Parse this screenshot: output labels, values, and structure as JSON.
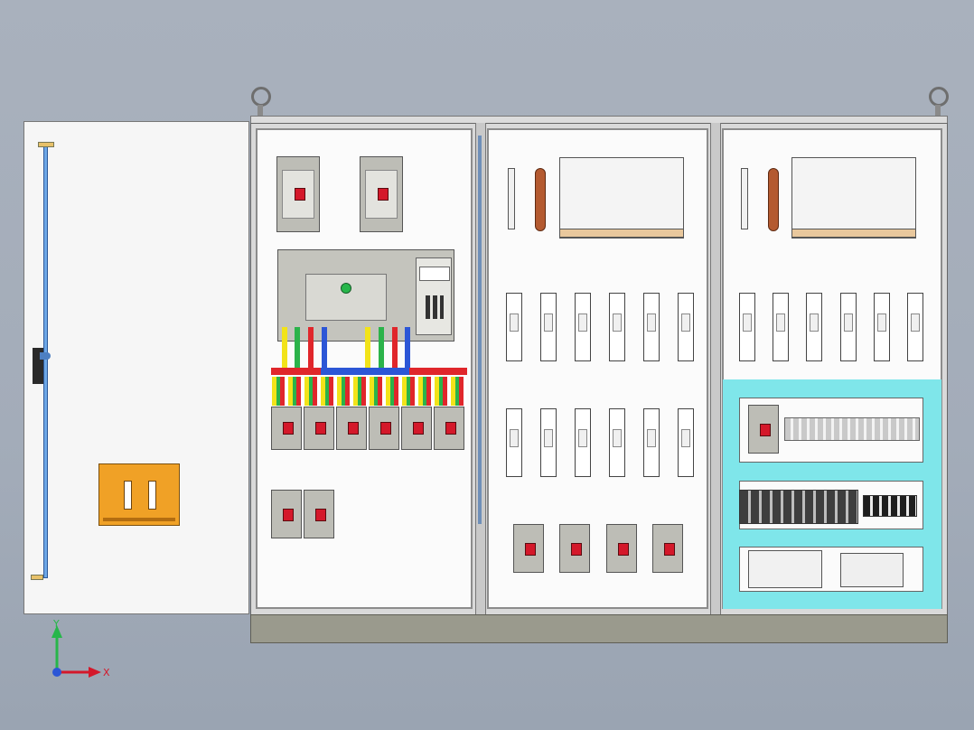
{
  "window": {
    "title": ""
  },
  "axes": {
    "y_label": "Y",
    "x_label": "X"
  },
  "colors": {
    "door": "#f6f6f6",
    "handle": "#f0a126",
    "cabinet": "#d9d9d9",
    "panel": "#fbfbfb",
    "plinth": "#9a9a8d",
    "busbar_red": "#e0262b",
    "busbar_blue": "#2c56d6",
    "wire_yellow": "#f2e319",
    "wire_green": "#2bb34a",
    "wire_red": "#e0262b",
    "wire_blue": "#2c56d6",
    "cyan_trunking": "#7fe6ea",
    "copper": "#b45a30"
  },
  "cabinet": {
    "bays": [
      {
        "name": "bay-left",
        "components": [
          "main-breakers",
          "ats-switch",
          "distribution-breakers",
          "spare-breakers"
        ]
      },
      {
        "name": "bay-middle",
        "components": [
          "terminal-strip",
          "copper-bus",
          "contactor-block",
          "fuse-holders-row-1",
          "fuse-holders-row-2",
          "small-breakers"
        ]
      },
      {
        "name": "bay-right",
        "components": [
          "terminal-strip",
          "copper-bus",
          "contactor-block",
          "fuse-holders",
          "control-compartment"
        ]
      }
    ]
  }
}
